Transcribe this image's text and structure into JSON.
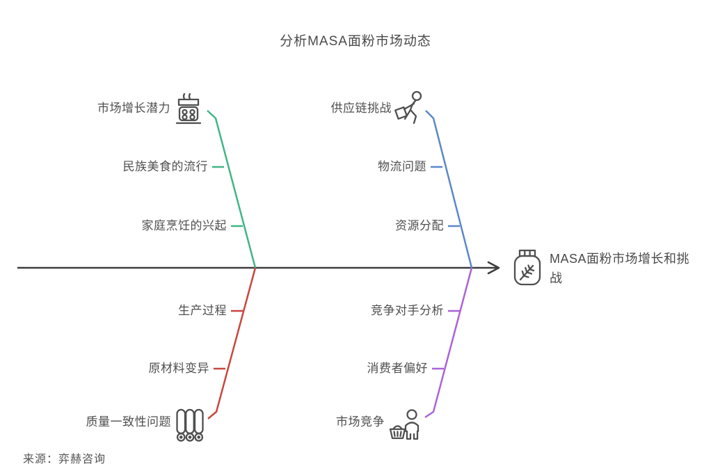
{
  "title": "分析MASA面粉市场动态",
  "source": "来源：弈赫咨询",
  "effect": {
    "label": "MASA面粉市场增长和挑战",
    "icon": "flour-bag-icon"
  },
  "colors": {
    "spine": "#3d3d3d",
    "text": "#4f4f4f",
    "green": "#3fb586",
    "blue": "#5b87c9",
    "red": "#c9463d",
    "purple": "#ab63d6"
  },
  "branches": [
    {
      "name": "市场增长潜力",
      "icon": "stove-icon",
      "position": "top-left",
      "color": "#3fb586",
      "causes": [
        "民族美食的流行",
        "家庭烹饪的兴起"
      ]
    },
    {
      "name": "供应链挑战",
      "icon": "delivery-worker-icon",
      "position": "top-right",
      "color": "#5b87c9",
      "causes": [
        "物流问题",
        "资源分配"
      ]
    },
    {
      "name": "质量一致性问题",
      "icon": "mill-rollers-icon",
      "position": "bottom-left",
      "color": "#c9463d",
      "causes": [
        "生产过程",
        "原材料变异"
      ]
    },
    {
      "name": "市场竞争",
      "icon": "shopper-basket-icon",
      "position": "bottom-right",
      "color": "#ab63d6",
      "causes": [
        "竞争对手分析",
        "消费者偏好"
      ]
    }
  ]
}
